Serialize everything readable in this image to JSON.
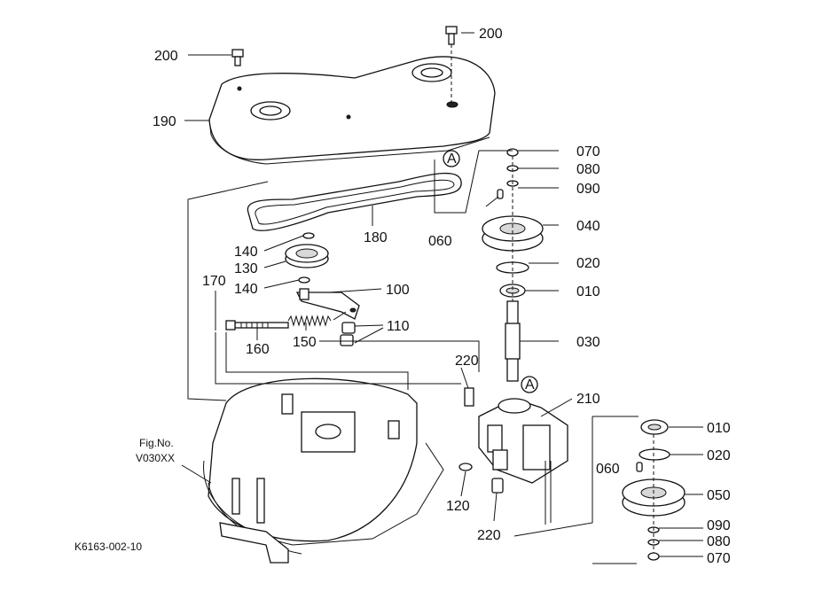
{
  "diagram": {
    "fig_label_line1": "Fig.No.",
    "fig_label_line2": "V030XX",
    "drawing_code": "K6163-002-10",
    "callouts": {
      "c200_left": "200",
      "c200_top": "200",
      "c190": "190",
      "c070_top": "070",
      "c080_top": "080",
      "c090_top": "090",
      "cA_top": "A",
      "c060_top": "060",
      "c040": "040",
      "c180": "180",
      "c140_top": "140",
      "c130": "130",
      "c140_mid": "140",
      "c020_top": "020",
      "c010_top": "010",
      "c170": "170",
      "c100": "100",
      "c110": "110",
      "c150": "150",
      "c160": "160",
      "c030": "030",
      "c220_top": "220",
      "cA_mid": "A",
      "c210": "210",
      "c010_bot": "010",
      "c020_bot": "020",
      "c060_bot": "060",
      "c050": "050",
      "c120": "120",
      "c220_bot": "220",
      "c090_bot": "090",
      "c080_bot": "080",
      "c070_bot": "070"
    }
  }
}
